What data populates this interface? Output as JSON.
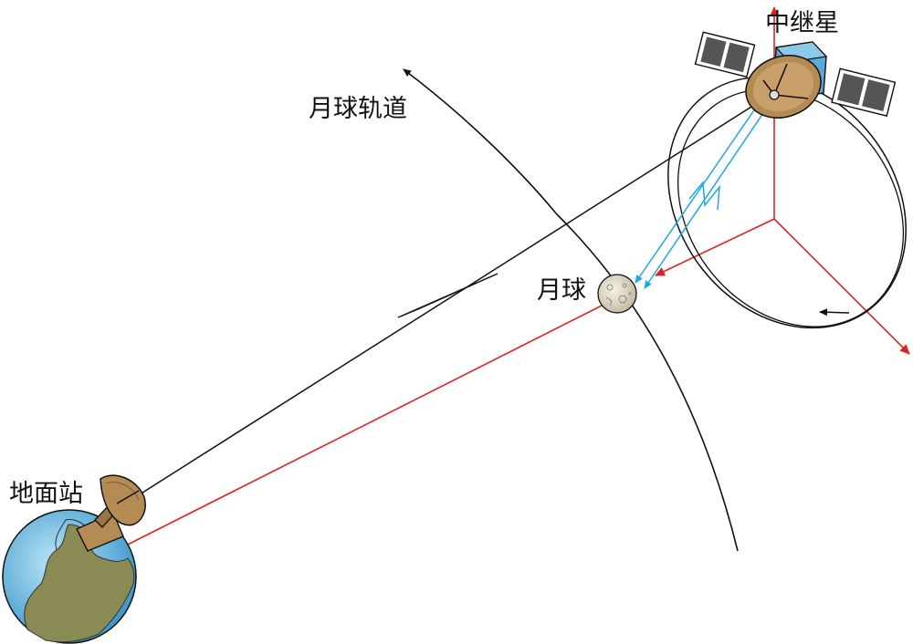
{
  "labels": {
    "relay_satellite": "中继星",
    "moon_orbit": "月球轨道",
    "moon": "月球",
    "ground_station": "地面站"
  },
  "colors": {
    "line": "#111111",
    "red_axis": "#e02020",
    "blue_signal": "#1ea6e6",
    "earth_ocean": "#5ab8e6",
    "earth_land": "#8a8a55",
    "moon_fill": "#e8e3cf",
    "dish_fill": "#b58b54",
    "satellite_body": "#5aa9d8",
    "solar_panel": "#555555"
  },
  "icons": {
    "relay": "satellite-icon",
    "earth": "earth-icon",
    "moon": "moon-icon",
    "ground": "ground-station-dish-icon"
  }
}
